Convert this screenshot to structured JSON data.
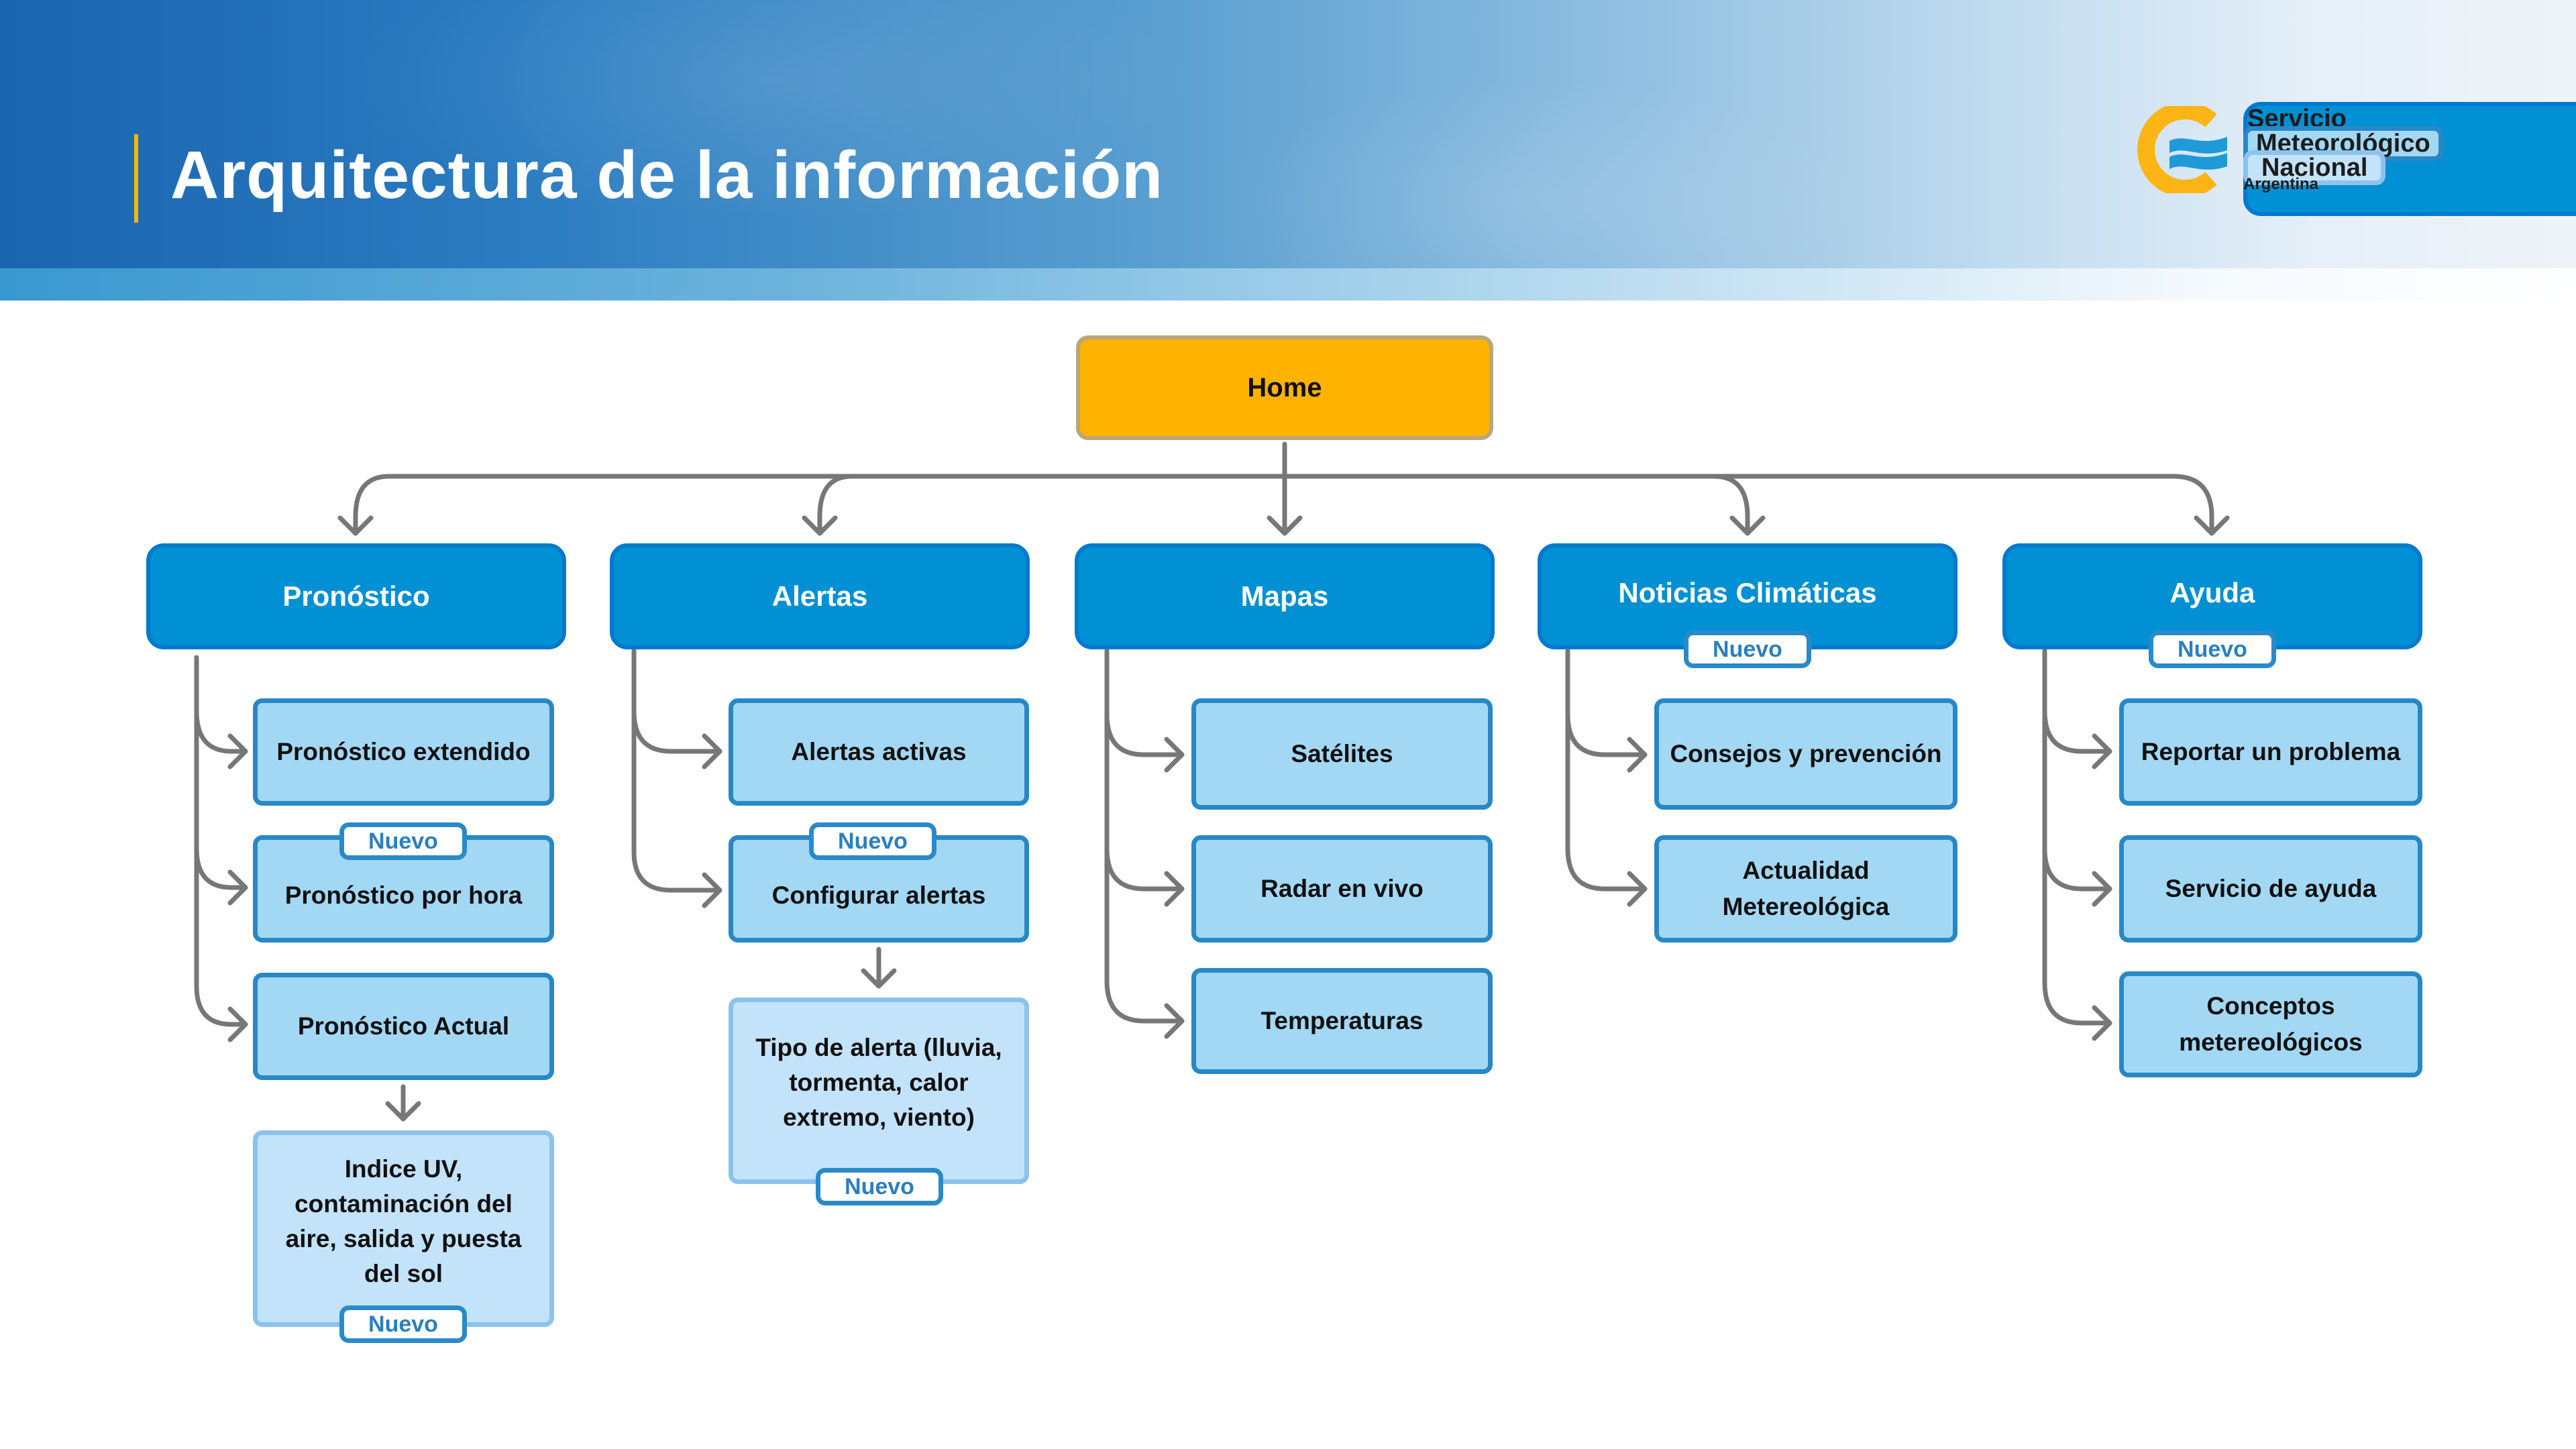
{
  "header": {
    "title": "Arquitectura de la información",
    "logo": {
      "line1": "Servicio",
      "line2": "Meteorológico",
      "line3": "Nacional",
      "line4": "Argentina"
    }
  },
  "colors": {
    "home": "#ffb300",
    "level1": "#0090d3",
    "level2": "#a3d8f4",
    "level3": "#c3e3fb",
    "badge_border": "#2a8ac9",
    "connector": "#777777",
    "accent": "#ffb400"
  },
  "badge_label": "Nuevo",
  "tree": {
    "root": {
      "label": "Home"
    },
    "sections": [
      {
        "label": "Pronóstico",
        "badge": false,
        "children": [
          {
            "label": "Pronóstico extendido",
            "badge": false
          },
          {
            "label": "Pronóstico por hora",
            "badge": true
          },
          {
            "label": "Pronóstico Actual",
            "badge": false,
            "child": {
              "label": "Indice UV, contaminación del aire, salida y puesta del sol",
              "badge": true
            }
          }
        ]
      },
      {
        "label": "Alertas",
        "badge": false,
        "children": [
          {
            "label": "Alertas activas",
            "badge": false
          },
          {
            "label": "Configurar alertas",
            "badge": true,
            "child": {
              "label": "Tipo de alerta (lluvia, tormenta, calor extremo, viento)",
              "badge": true
            }
          }
        ]
      },
      {
        "label": "Mapas",
        "badge": false,
        "children": [
          {
            "label": "Satélites",
            "badge": false
          },
          {
            "label": "Radar en vivo",
            "badge": false
          },
          {
            "label": "Temperaturas",
            "badge": false
          }
        ]
      },
      {
        "label": "Noticias Climáticas",
        "badge": true,
        "children": [
          {
            "label": "Consejos y prevención",
            "badge": false
          },
          {
            "label": "Actualidad Metereológica",
            "badge": false
          }
        ]
      },
      {
        "label": "Ayuda",
        "badge": true,
        "children": [
          {
            "label": "Reportar un problema",
            "badge": false
          },
          {
            "label": "Servicio de ayuda",
            "badge": false
          },
          {
            "label": "Conceptos metereológicos",
            "badge": false
          }
        ]
      }
    ]
  }
}
